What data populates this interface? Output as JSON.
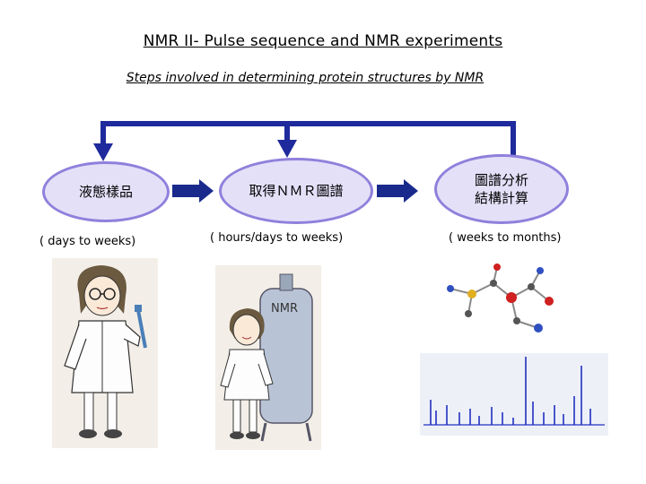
{
  "title": "NMR II- Pulse sequence and NMR experiments",
  "subtitle": "Steps involved in determining protein structures by NMR",
  "steps": [
    {
      "label": "液態樣品",
      "duration": "( days to weeks)"
    },
    {
      "label": "取得ＮＭＲ圖譜",
      "duration": "( hours/days to weeks)"
    },
    {
      "label_line1": "圖譜分析",
      "label_line2": "結構計算",
      "duration": "( weeks to months)"
    }
  ],
  "magnet_label": "NMR",
  "colors": {
    "feedback_line": "#1f2a9c",
    "node_fill": "#e4e0f8",
    "node_border": "#9080dc",
    "arrow": "#1a2a8c",
    "spectrum": "#2030c0"
  }
}
